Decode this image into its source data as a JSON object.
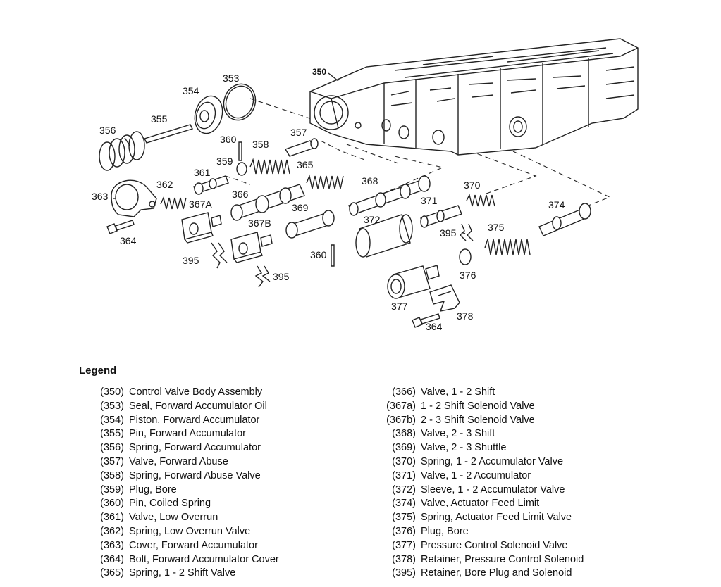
{
  "callouts": [
    {
      "id": "350",
      "text": "350"
    },
    {
      "id": "353",
      "text": "353"
    },
    {
      "id": "354",
      "text": "354"
    },
    {
      "id": "355",
      "text": "355"
    },
    {
      "id": "356",
      "text": "356"
    },
    {
      "id": "360a",
      "text": "360"
    },
    {
      "id": "358",
      "text": "358"
    },
    {
      "id": "357",
      "text": "357"
    },
    {
      "id": "359",
      "text": "359"
    },
    {
      "id": "361",
      "text": "361"
    },
    {
      "id": "365",
      "text": "365"
    },
    {
      "id": "368",
      "text": "368"
    },
    {
      "id": "370",
      "text": "370"
    },
    {
      "id": "362",
      "text": "362"
    },
    {
      "id": "363",
      "text": "363"
    },
    {
      "id": "366",
      "text": "366"
    },
    {
      "id": "367A",
      "text": "367A"
    },
    {
      "id": "371",
      "text": "371"
    },
    {
      "id": "374",
      "text": "374"
    },
    {
      "id": "369",
      "text": "369"
    },
    {
      "id": "372",
      "text": "372"
    },
    {
      "id": "364a",
      "text": "364"
    },
    {
      "id": "367B",
      "text": "367B"
    },
    {
      "id": "375",
      "text": "375"
    },
    {
      "id": "395a",
      "text": "395"
    },
    {
      "id": "360b",
      "text": "360"
    },
    {
      "id": "395b",
      "text": "395"
    },
    {
      "id": "376",
      "text": "376"
    },
    {
      "id": "395c",
      "text": "395"
    },
    {
      "id": "377",
      "text": "377"
    },
    {
      "id": "378",
      "text": "378"
    },
    {
      "id": "364b",
      "text": "364"
    }
  ],
  "legend": {
    "title": "Legend",
    "left": [
      {
        "code": "(350)",
        "desc": "Control Valve Body Assembly"
      },
      {
        "code": "(353)",
        "desc": "Seal, Forward Accumulator Oil"
      },
      {
        "code": "(354)",
        "desc": "Piston, Forward Accumulator"
      },
      {
        "code": "(355)",
        "desc": "Pin, Forward Accumulator"
      },
      {
        "code": "(356)",
        "desc": "Spring, Forward Accumulator"
      },
      {
        "code": "(357)",
        "desc": "Valve, Forward Abuse"
      },
      {
        "code": "(358)",
        "desc": "Spring, Forward Abuse Valve"
      },
      {
        "code": "(359)",
        "desc": "Plug, Bore"
      },
      {
        "code": "(360)",
        "desc": "Pin, Coiled Spring"
      },
      {
        "code": "(361)",
        "desc": "Valve, Low Overrun"
      },
      {
        "code": "(362)",
        "desc": "Spring, Low Overrun Valve"
      },
      {
        "code": "(363)",
        "desc": "Cover, Forward Accumulator"
      },
      {
        "code": "(364)",
        "desc": "Bolt, Forward Accumulator Cover"
      },
      {
        "code": "(365)",
        "desc": "Spring, 1 - 2 Shift Valve"
      }
    ],
    "right": [
      {
        "code": "(366)",
        "desc": "Valve, 1 - 2 Shift"
      },
      {
        "code": "(367a)",
        "desc": "1 - 2 Shift Solenoid Valve"
      },
      {
        "code": "(367b)",
        "desc": "2 - 3 Shift Solenoid Valve"
      },
      {
        "code": "(368)",
        "desc": "Valve, 2 - 3 Shift"
      },
      {
        "code": "(369)",
        "desc": "Valve, 2 - 3 Shuttle"
      },
      {
        "code": "(370)",
        "desc": "Spring, 1 - 2 Accumulator Valve"
      },
      {
        "code": "(371)",
        "desc": "Valve, 1 - 2 Accumulator"
      },
      {
        "code": "(372)",
        "desc": "Sleeve, 1 - 2 Accumulator Valve"
      },
      {
        "code": "(374)",
        "desc": "Valve, Actuator Feed Limit"
      },
      {
        "code": "(375)",
        "desc": "Spring, Actuator Feed Limit Valve"
      },
      {
        "code": "(376)",
        "desc": "Plug, Bore"
      },
      {
        "code": "(377)",
        "desc": "Pressure Control Solenoid Valve"
      },
      {
        "code": "(378)",
        "desc": "Retainer, Pressure Control Solenoid"
      },
      {
        "code": "(395)",
        "desc": "Retainer, Bore Plug and Solenoid"
      }
    ]
  }
}
